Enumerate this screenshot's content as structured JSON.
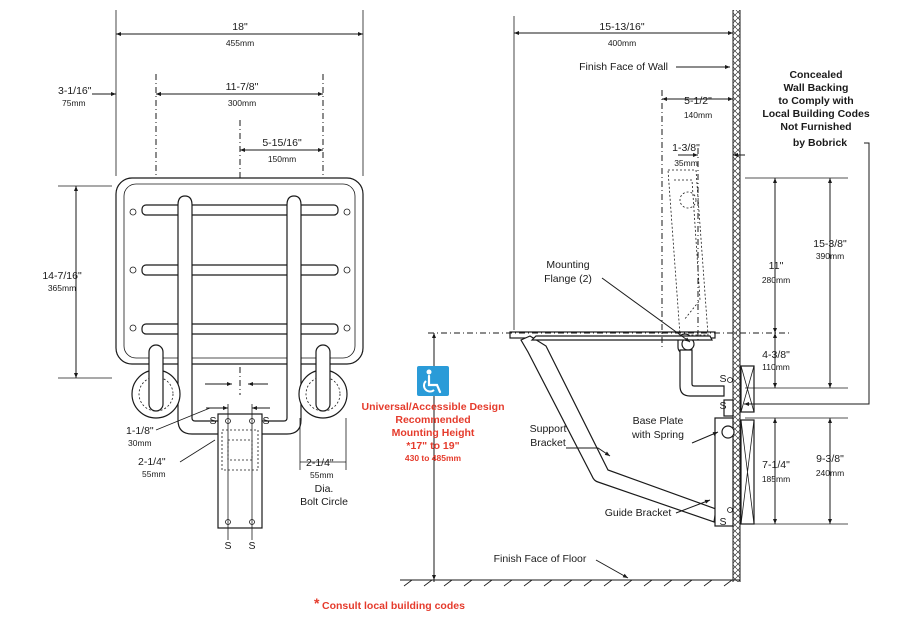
{
  "dims": {
    "d1": {
      "in": "18\"",
      "mm": "455mm"
    },
    "d2": {
      "in": "3-1/16\"",
      "mm": "75mm"
    },
    "d3": {
      "in": "11-7/8\"",
      "mm": "300mm"
    },
    "d4": {
      "in": "5-15/16\"",
      "mm": "150mm"
    },
    "d5": {
      "in": "14-7/16\"",
      "mm": "365mm"
    },
    "d6": {
      "in": "1-1/8\"",
      "mm": "30mm"
    },
    "d7": {
      "in": "2-1/4\"",
      "mm": "55mm"
    },
    "d8": {
      "in": "2-1/4\"",
      "mm": "55mm"
    },
    "d9": {
      "in": "15-13/16\"",
      "mm": "400mm"
    },
    "d10": {
      "in": "5-1/2\"",
      "mm": "140mm"
    },
    "d11": {
      "in": "1-3/8\"",
      "mm": "35mm"
    },
    "d12": {
      "in": "11\"",
      "mm": "280mm"
    },
    "d13": {
      "in": "15-3/8\"",
      "mm": "390mm"
    },
    "d14": {
      "in": "4-3/8\"",
      "mm": "110mm"
    },
    "d15": {
      "in": "7-1/4\"",
      "mm": "185mm"
    },
    "d16": {
      "in": "9-3/8\"",
      "mm": "240mm"
    }
  },
  "labels": {
    "dia": "Dia.",
    "bolt_circle": "Bolt Circle",
    "s": "S",
    "finish_wall": "Finish Face of Wall",
    "finish_floor": "Finish Face of Floor",
    "mounting_flange_1": "Mounting",
    "mounting_flange_2": "Flange (2)",
    "support_bracket_1": "Support",
    "support_bracket_2": "Bracket",
    "base_plate_1": "Base Plate",
    "base_plate_2": "with Spring",
    "guide_bracket": "Guide Bracket",
    "concealed": [
      "Concealed",
      "Wall Backing",
      "to Comply with",
      "Local Building Codes",
      "Not Furnished",
      "by Bobrick"
    ]
  },
  "notes": {
    "universal": [
      "Universal/Accessible Design",
      "Recommended",
      "Mounting Height",
      "*17\" to 19\"",
      "430 to 485mm"
    ],
    "consult_star": "*",
    "consult": "Consult local building codes"
  },
  "icons": {
    "accessibility": "wheelchair-icon"
  },
  "colors": {
    "accent_red": "#e53b2c",
    "icon_blue": "#2a9bd8"
  }
}
